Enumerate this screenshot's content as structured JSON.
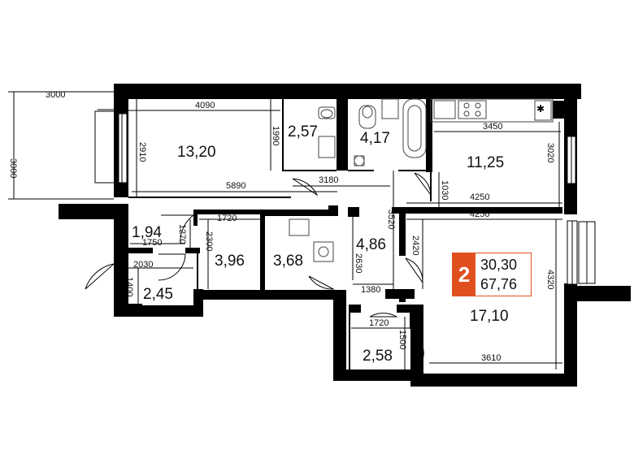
{
  "plan": {
    "rooms": [
      {
        "id": "room-13-20",
        "area": "13,20"
      },
      {
        "id": "room-2-57",
        "area": "2,57"
      },
      {
        "id": "room-4-17",
        "area": "4,17"
      },
      {
        "id": "room-11-25",
        "area": "11,25"
      },
      {
        "id": "room-1-94",
        "area": "1,94"
      },
      {
        "id": "room-3-96",
        "area": "3,96"
      },
      {
        "id": "room-3-68",
        "area": "3,68"
      },
      {
        "id": "room-4-86",
        "area": "4,86"
      },
      {
        "id": "room-2-45",
        "area": "2,45"
      },
      {
        "id": "room-17-10",
        "area": "17,10"
      },
      {
        "id": "room-2-58",
        "area": "2,58"
      }
    ],
    "dimensions": [
      "3000",
      "3000",
      "4090",
      "1990",
      "2910",
      "3450",
      "3020",
      "5890",
      "3180",
      "1030",
      "4250",
      "4250",
      "3520",
      "1720",
      "1750",
      "1270",
      "2300",
      "2030",
      "1400",
      "2630",
      "2420",
      "1380",
      "1720",
      "1500",
      "3610",
      "4320"
    ]
  },
  "badge": {
    "rooms": "2",
    "living_area": "30,30",
    "total_area": "67,76",
    "color": "#e0501f"
  }
}
